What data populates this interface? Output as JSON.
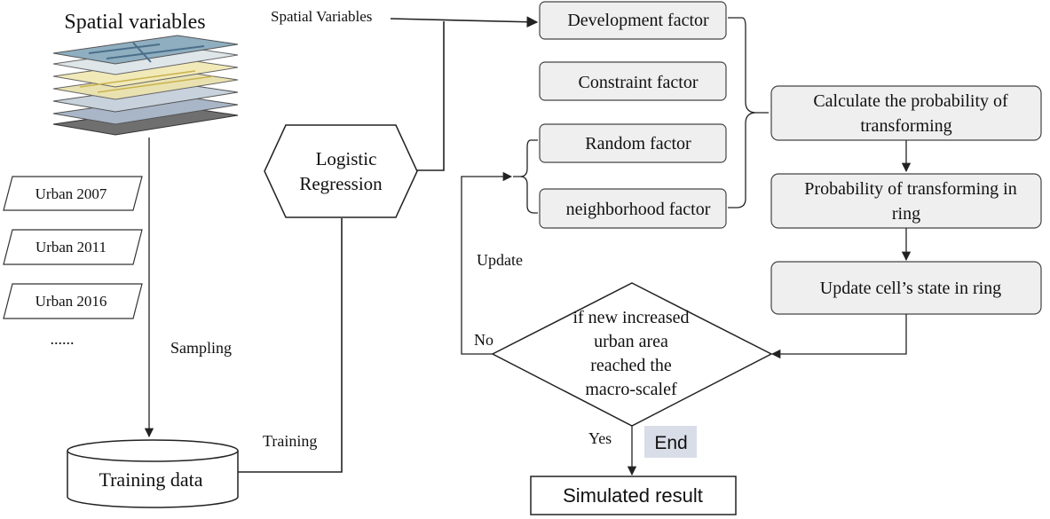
{
  "spatial_variables_title": "Spatial variables",
  "spatial_variables_input": "Spatial Variables",
  "urban_years": [
    "Urban 2007",
    "Urban 2011",
    "Urban 2016",
    "......"
  ],
  "sampling": "Sampling",
  "training_data": "Training data",
  "training": "Training",
  "logistic_regression": [
    "Logistic",
    "Regression"
  ],
  "development_factor": "Development factor",
  "constraint_factor": "Constraint factor",
  "random_factor": "Random factor",
  "neighborhood_factor": "neighborhood factor",
  "calc_probability": [
    "Calculate the probability of",
    "transforming"
  ],
  "probability_ring": [
    "Probability of transforming in",
    "ring"
  ],
  "update_cell_state": "Update cell’s state in ring",
  "decision": [
    "if new increased",
    "urban area",
    "reached the",
    "macro-scalef"
  ],
  "update": "Update",
  "no": "No",
  "yes": "Yes",
  "end": "End",
  "simulated_result": "Simulated result",
  "colors": {
    "box_fill": "#efefef",
    "end_fill": "#d9dde8",
    "line": "#222222"
  }
}
